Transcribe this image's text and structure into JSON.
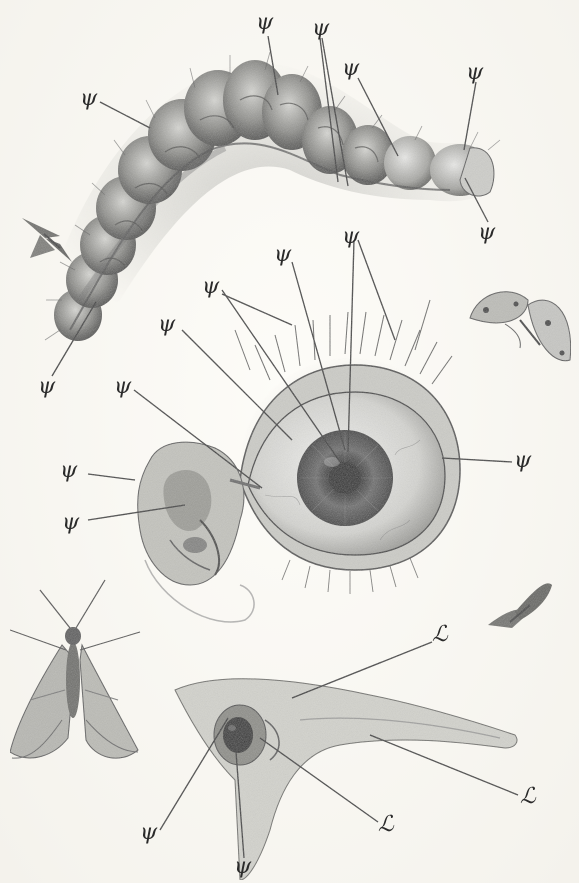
{
  "plate": {
    "ink_color": "#2b2b2b",
    "paper_color": "#f7f6f1",
    "labels": {
      "caterpillar_1": "ψ",
      "caterpillar_2": "ψ",
      "caterpillar_3": "ψ",
      "caterpillar_4": "ψ",
      "caterpillar_5": "ψ",
      "caterpillar_6": "ψ",
      "caterpillar_7": "ψ",
      "eye_top_1": "ψ",
      "eye_top_2": "ψ",
      "eye_top_3": "ψ",
      "eye_left_1": "ψ",
      "eye_left_2": "ψ",
      "eye_right": "ψ",
      "ear_1": "ψ",
      "ear_2": "ψ",
      "bone_1": "ℒ",
      "bone_2": "ℒ",
      "bone_3": "ℒ",
      "bone_4": "ψ",
      "bone_5": "ψ"
    }
  }
}
